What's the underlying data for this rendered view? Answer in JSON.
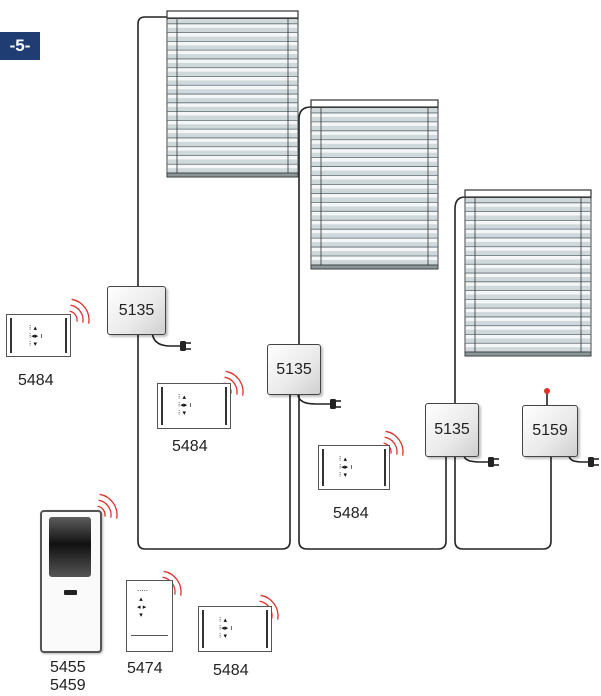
{
  "step_badge": "-5-",
  "actuators": [
    {
      "code": "5135"
    },
    {
      "code": "5135"
    },
    {
      "code": "5135"
    },
    {
      "code": "5159"
    }
  ],
  "remotes": [
    {
      "code": "5484"
    },
    {
      "code": "5484"
    },
    {
      "code": "5484"
    },
    {
      "code": "5484"
    },
    {
      "code": "5474"
    }
  ],
  "handheld": {
    "codes": [
      "5455",
      "5459"
    ]
  },
  "colors": {
    "badge": "#1f3d73",
    "wire": "#222222",
    "signal": "#e0312b"
  }
}
